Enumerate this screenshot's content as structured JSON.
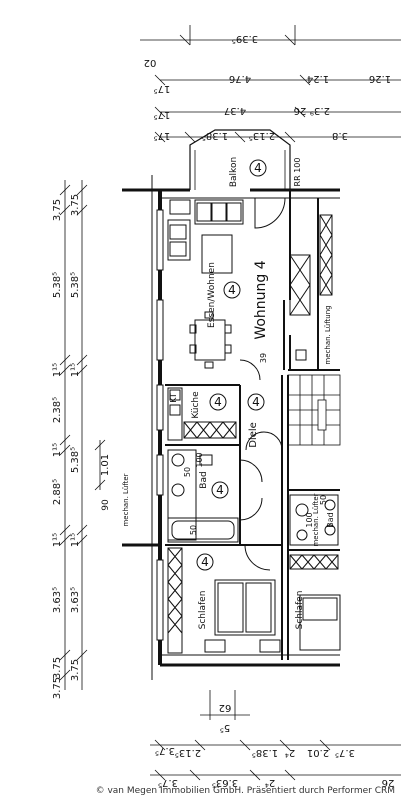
{
  "rooms": {
    "wohnung": "Wohnung 4",
    "essen_wohnen": "Essen/Wohnen",
    "kueche": "Küche",
    "diele": "Diele",
    "bad": "Bad",
    "schlafen_left": "Schlafen",
    "schlafen_right": "Schlafen",
    "balkon": "Balkon",
    "bad_right": "Bad",
    "mech_luefter_left": "mechan. Lüfter",
    "mech_luefter_center": "mechan. Lüftung",
    "mech_luefter_right": "mechan. Lüfter"
  },
  "unit_markers": [
    "4",
    "4",
    "4",
    "4",
    "4",
    "4"
  ],
  "fixture_marks": {
    "bad_area": "50",
    "bad_width": "100",
    "bad_tub": "50",
    "rr": "RR 100",
    "door_39": "39",
    "bad_right_area": "100",
    "bad_right_width": "50",
    "schrank_kt": "KT",
    "vertical_90": "90"
  },
  "dims_left_outer": [
    "3.75",
    "5.38⁵",
    "1¹⁵",
    "2.38⁵",
    "1¹⁵",
    "2.88⁵",
    "1¹⁵",
    "3.63⁵",
    "3.75",
    "3.75"
  ],
  "dims_left_inner": [
    "3.75",
    "5.38⁵",
    "1¹⁵",
    "5.38⁵",
    "1¹⁵",
    "3.63⁵",
    "3.75"
  ],
  "dim_small": "1.01",
  "dims_top": [
    "3.39⁵",
    "02",
    "4.76",
    "17⁵",
    "1.24",
    "4.37",
    "17⁵",
    "1.38⁵",
    "2.13⁵",
    "3.8",
    "1.26",
    "26",
    "17⁵",
    "2.3⁹"
  ],
  "dims_bottom": [
    "62",
    "5⁵",
    "3.7⁵",
    "2.01",
    "2.13⁵",
    "1.38⁵",
    "3.63⁵",
    "3.7⁵",
    "2⁴",
    "2⁴",
    "26",
    "3.7⁵"
  ],
  "footer": "© van Megen Immobilien GmbH. Präsentiert durch Performer CRM"
}
